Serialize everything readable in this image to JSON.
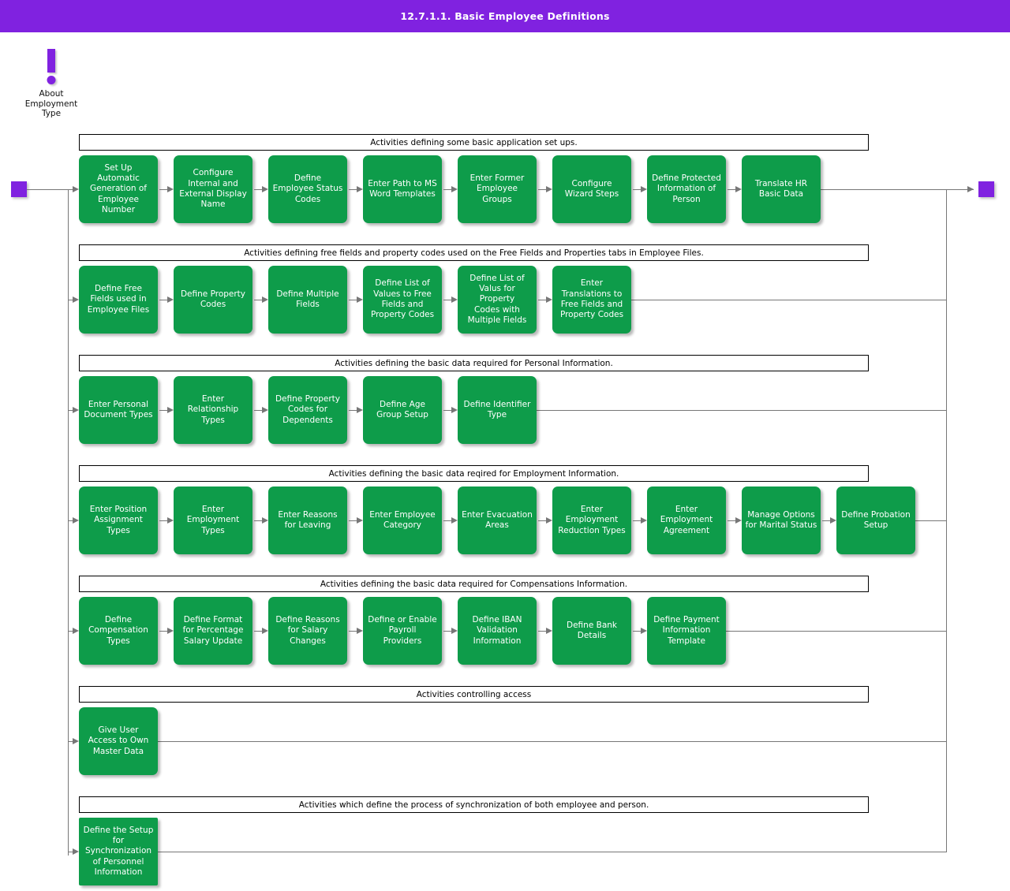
{
  "title": "12.7.1.1. Basic Employee Definitions",
  "note": {
    "icon": "exclamation-mark-icon",
    "caption": "About\nEmployment\nType"
  },
  "terminators": {
    "start": "start-terminator",
    "end": "end-terminator",
    "color": "#8022e0"
  },
  "colors": {
    "title_bar": "#8022e0",
    "node_fill": "#0e9c4a",
    "node_text": "#ffffff",
    "connector": "#777777",
    "group_border": "#000000"
  },
  "groups": [
    {
      "id": "basic-setup",
      "header": "Activities defining some basic application set ups.",
      "nodes": [
        "Set Up\nAutomatic\nGeneration of\nEmployee\nNumber",
        "Configure\nInternal and\nExternal Display\nName",
        "Define\nEmployee Status\nCodes",
        "Enter Path to MS\nWord Templates",
        "Enter Former\nEmployee\nGroups",
        "Configure\nWizard Steps",
        "Define Protected\nInformation of\nPerson",
        "Translate HR\nBasic Data"
      ]
    },
    {
      "id": "free-fields",
      "header": "Activities defining free fields and property codes used on the Free Fields and Properties tabs in Employee Files.",
      "nodes": [
        "Define Free\nFields used in\nEmployee Files",
        "Define Property\nCodes",
        "Define Multiple\nFields",
        "Define List of\nValues to Free\nFields and\nProperty Codes",
        "Define List of\nValus for\nProperty\nCodes with\nMultiple Fields",
        "Enter\nTranslations to\nFree Fields and\nProperty Codes"
      ]
    },
    {
      "id": "personal-information",
      "header": "Activities defining the basic data required for Personal Information.",
      "nodes": [
        "Enter Personal\nDocument Types",
        "Enter\nRelationship\nTypes",
        "Define Property\nCodes for\nDependents",
        "Define Age\nGroup Setup",
        "Define Identifier\nType"
      ]
    },
    {
      "id": "employment-information",
      "header": "Activities defining the basic data reqired for Employment Information.",
      "nodes": [
        "Enter Position\nAssignment\nTypes",
        "Enter\nEmployment\nTypes",
        "Enter Reasons\nfor Leaving",
        "Enter Employee\nCategory",
        "Enter Evacuation\nAreas",
        "Enter\nEmployment\nReduction Types",
        "Enter\nEmployment\nAgreement",
        "Manage Options\nfor Marital Status",
        "Define Probation\nSetup"
      ]
    },
    {
      "id": "compensations-information",
      "header": "Activities defining the basic data required for Compensations Information.",
      "nodes": [
        "Define\nCompensation\nTypes",
        "Define Format\nfor Percentage\nSalary Update",
        "Define Reasons\nfor Salary\nChanges",
        "Define or Enable\nPayroll\nProviders",
        "Define IBAN\nValidation\nInformation",
        "Define Bank\nDetails",
        "Define Payment\nInformation\nTemplate"
      ]
    },
    {
      "id": "access-control",
      "header": "Activities controlling access",
      "nodes": [
        "Give User\nAccess to Own\nMaster Data"
      ]
    },
    {
      "id": "synchronization",
      "header": "Activities which define the process of synchronization of both employee and person.",
      "nodes": [
        "Define the Setup\nfor\nSynchronization\nof Personnel\nInformation"
      ]
    }
  ]
}
